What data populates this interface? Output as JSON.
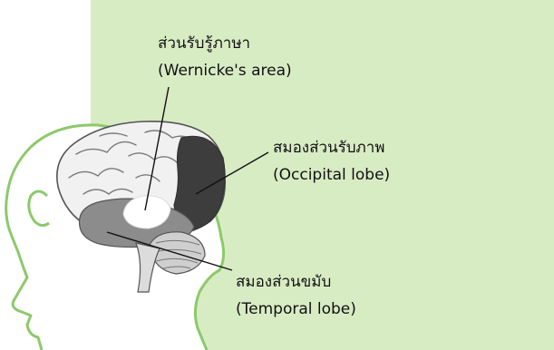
{
  "labels": {
    "wernicke": {
      "thai": "ส่วนรับรู้ภาษา",
      "english": "(Wernicke's area)"
    },
    "occipital": {
      "thai": "สมองส่วนรับภาพ",
      "english": "(Occipital lobe)"
    },
    "temporal": {
      "thai": "สมองส่วนขมับ",
      "english": "(Temporal lobe)"
    }
  },
  "colors": {
    "panel": "#d8ecc4",
    "outline": "#8cc96b",
    "brain": "#f1f1f1",
    "occipital": "#3d3d3d",
    "temporal": "#8c8c8c",
    "wernicke": "#ffffff",
    "cerebellum": "#cfcfcf"
  }
}
